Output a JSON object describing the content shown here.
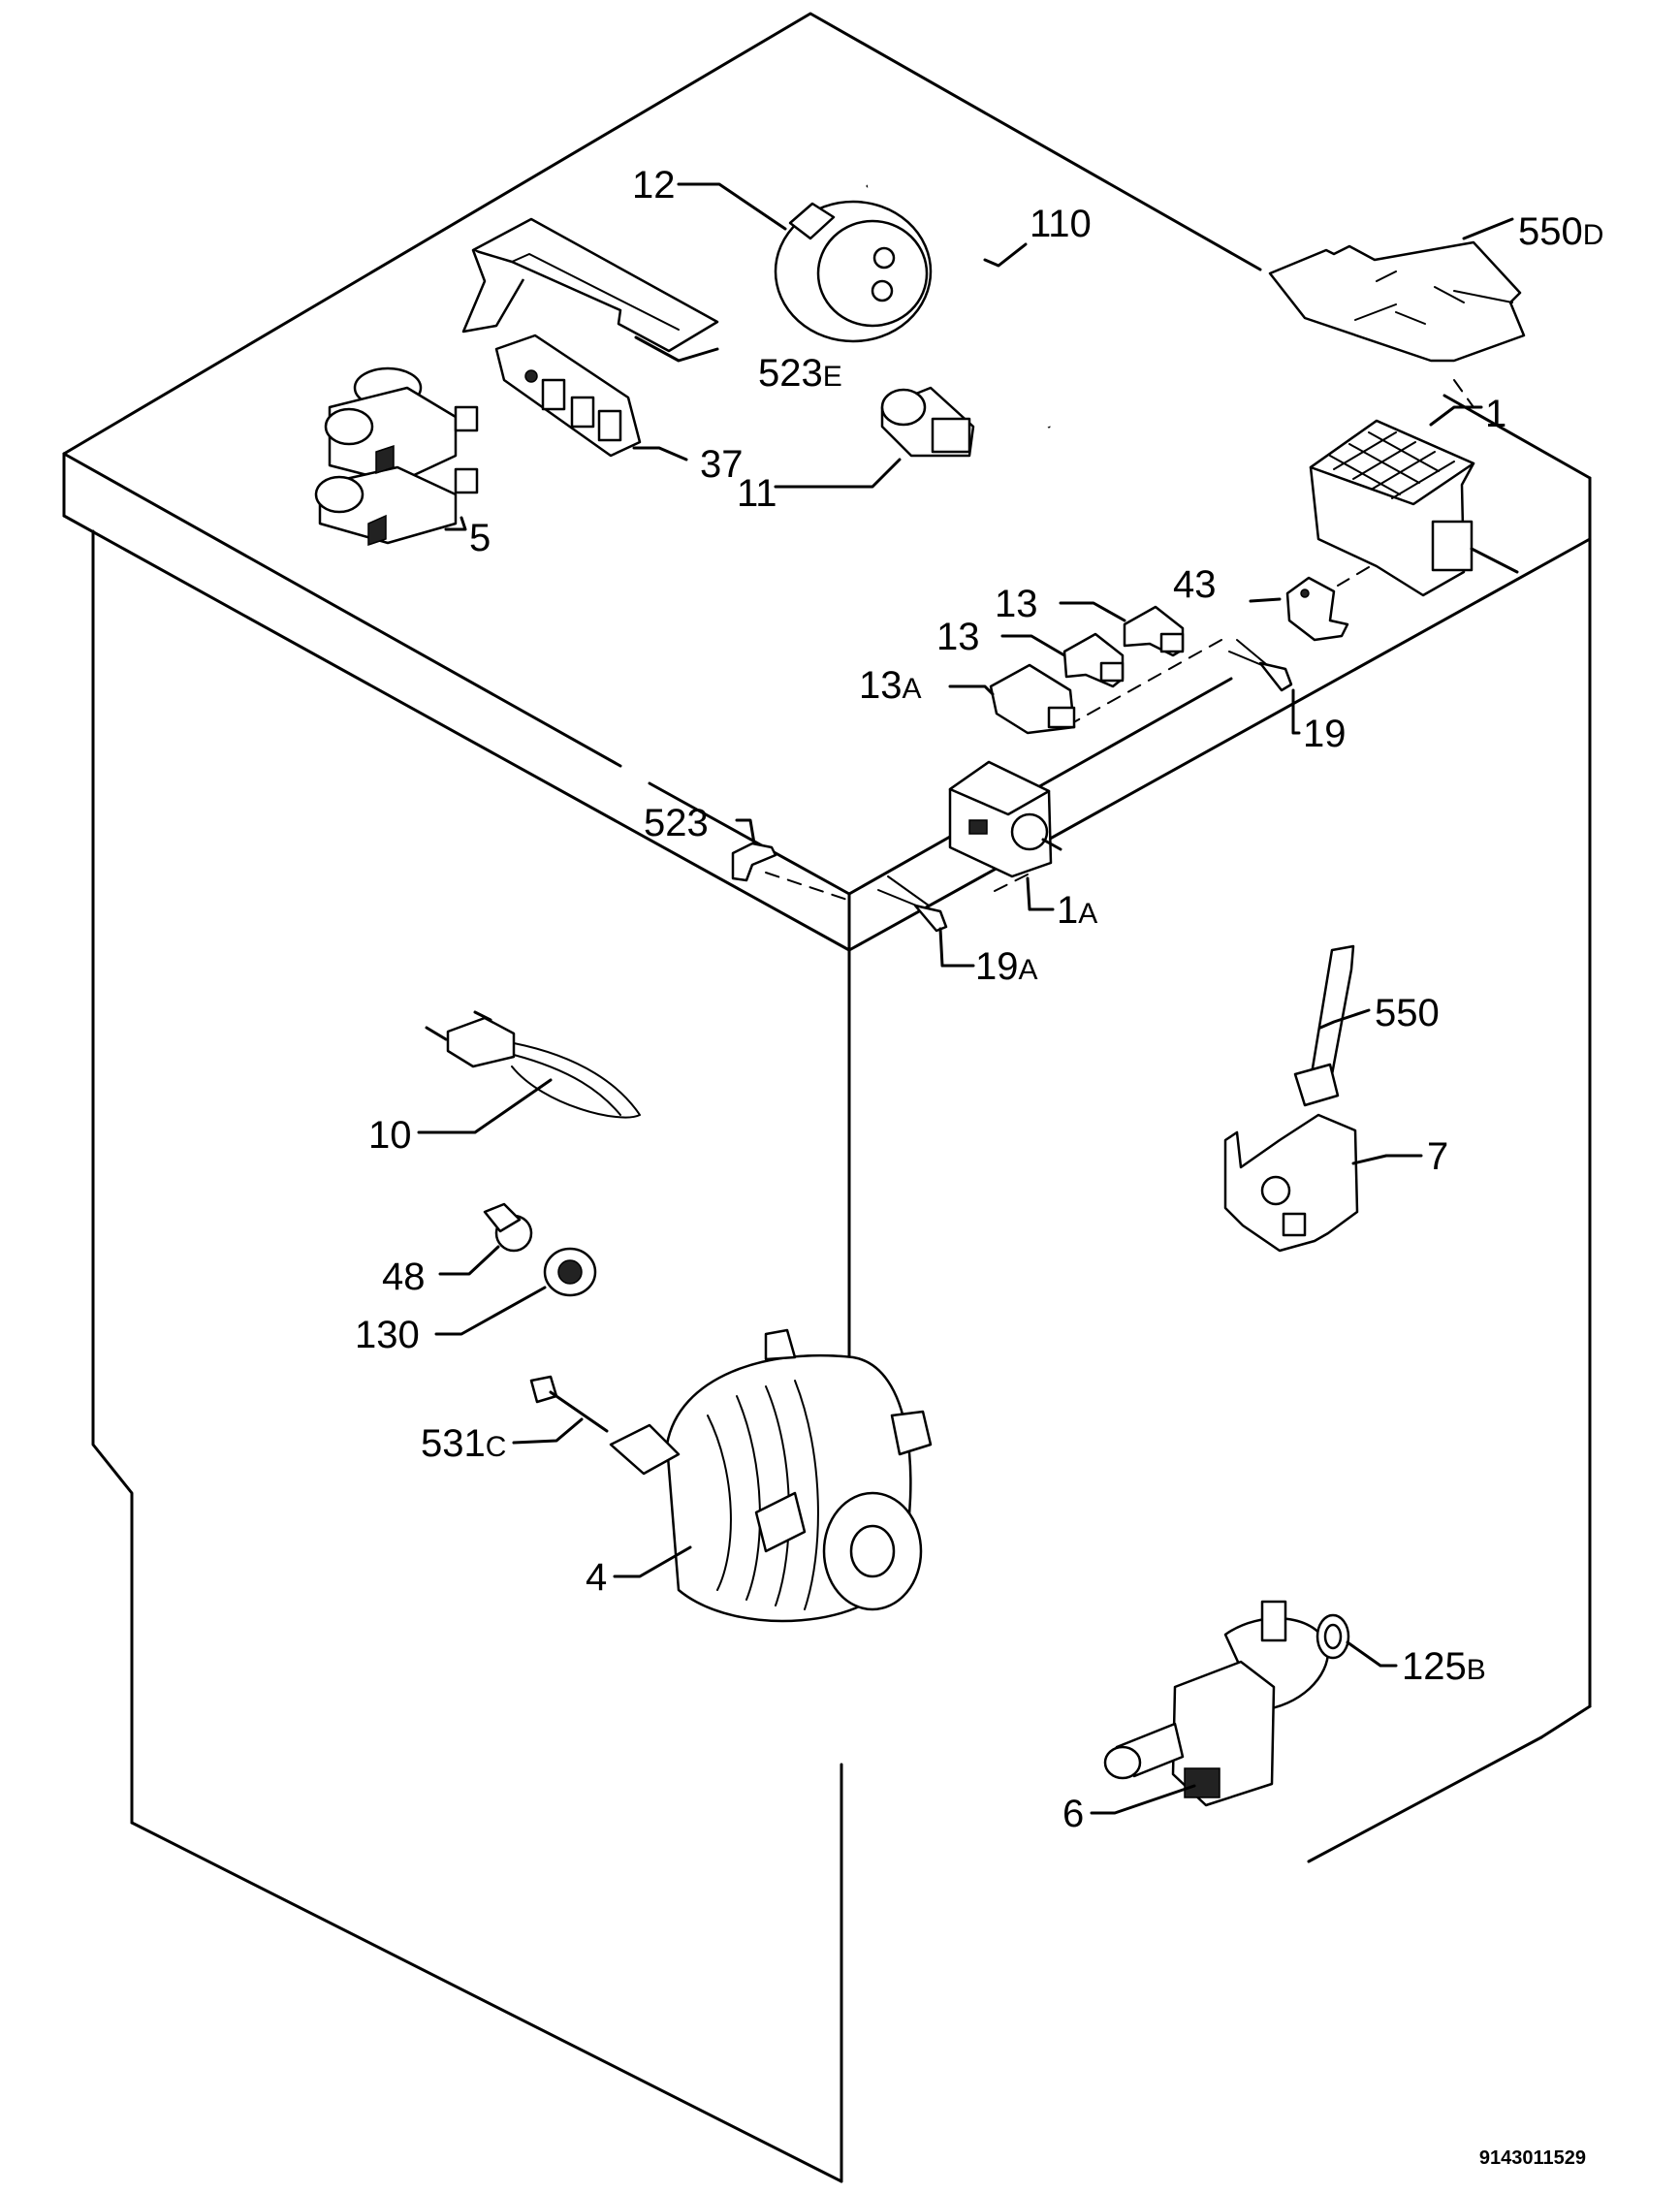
{
  "diagram": {
    "reference_number": "9143011529",
    "callouts": {
      "c12": {
        "num": "12",
        "suffix": ""
      },
      "c110": {
        "num": "110",
        "suffix": ""
      },
      "c550d": {
        "num": "550",
        "suffix": "D"
      },
      "c523e": {
        "num": "523",
        "suffix": "E"
      },
      "c37": {
        "num": "37",
        "suffix": ""
      },
      "c11": {
        "num": "11",
        "suffix": ""
      },
      "c5": {
        "num": "5",
        "suffix": ""
      },
      "c1": {
        "num": "1",
        "suffix": ""
      },
      "c43": {
        "num": "43",
        "suffix": ""
      },
      "c13a": {
        "num": "13",
        "suffix": ""
      },
      "c13b": {
        "num": "13",
        "suffix": ""
      },
      "c13A": {
        "num": "13",
        "suffix": "A"
      },
      "c19": {
        "num": "19",
        "suffix": ""
      },
      "c523": {
        "num": "523",
        "suffix": ""
      },
      "c1A": {
        "num": "1",
        "suffix": "A"
      },
      "c19A": {
        "num": "19",
        "suffix": "A"
      },
      "c550": {
        "num": "550",
        "suffix": ""
      },
      "c10": {
        "num": "10",
        "suffix": ""
      },
      "c7": {
        "num": "7",
        "suffix": ""
      },
      "c48": {
        "num": "48",
        "suffix": ""
      },
      "c130": {
        "num": "130",
        "suffix": ""
      },
      "c531c": {
        "num": "531",
        "suffix": "C"
      },
      "c4": {
        "num": "4",
        "suffix": ""
      },
      "c125b": {
        "num": "125",
        "suffix": "B"
      },
      "c6": {
        "num": "6",
        "suffix": ""
      }
    }
  }
}
